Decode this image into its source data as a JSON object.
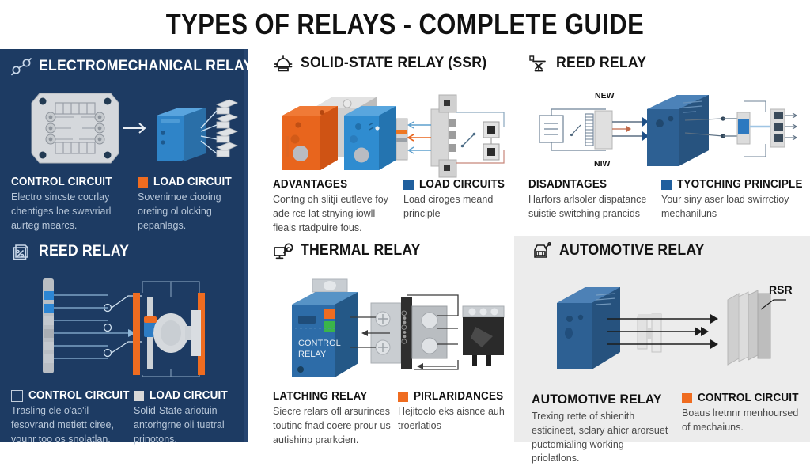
{
  "title": "TYPES OF RELAYS - COMPLETE GUIDE",
  "colors": {
    "navy_panel": "#1d3b63",
    "gray_panel": "#ececec",
    "accent_orange": "#ef6c20",
    "accent_blue": "#1f6fb4",
    "relay_blue": "#2f6fae",
    "deep_blue": "#1e4f86",
    "light_gray": "#d8d8d8",
    "title_text": "#111111"
  },
  "panels": [
    {
      "id": "electromechanical-relay",
      "theme": "dark",
      "icon": "link-dumbbell-icon",
      "title": "ELECTROMECHANICAL RELAY",
      "legend": [
        {
          "swatch": "none",
          "title": "CONTROL CIRCUIT",
          "body": "Electro sincste cocrlay chentiges loe swevriarl aurteg mearcs."
        },
        {
          "swatch": "#ef6c20",
          "title": "LOAD CIRCUIT",
          "body": "Sovenimoe ciooing oreting ol olcking pepanlags."
        }
      ]
    },
    {
      "id": "solid-state-relay",
      "theme": "light",
      "icon": "bell-dome-icon",
      "title": "SOLID-STATE RELAY (SSR)",
      "legend": [
        {
          "swatch": "none",
          "title": "ADVANTAGES",
          "body": "Contng oh slitji eutleve foy ade rce lat stnying iowll fieals rtadpuire fous."
        },
        {
          "swatch": "#1f5f9e",
          "title": "LOAD CIRCUITS",
          "body": "Load ciroges meand principle"
        }
      ]
    },
    {
      "id": "reed-relay-top",
      "theme": "light",
      "icon": "scissors-stand-icon",
      "title": "REED RELAY",
      "labels": {
        "upper": "NEW",
        "lower": "NIW",
        "side": ""
      },
      "legend": [
        {
          "swatch": "none",
          "title": "DISADNTAGES",
          "body": "Harfors arlsoler dispatance suistie switching prancids"
        },
        {
          "swatch": "#1f5f9e",
          "title": "TYOTCHING PRINCIPLE",
          "body": "Your siny aser load swirrctioy mechaniluns"
        }
      ]
    },
    {
      "id": "reed-relay-bottom",
      "theme": "dark",
      "icon": "percent-card-icon",
      "title": "REED RELAY",
      "legend": [
        {
          "swatch": "#1d3b63",
          "title": "CONTROL CIRCUIT",
          "body": "Trasling cle o'ao'il fesovrand metiett ciree, vounr too os snolatlan."
        },
        {
          "swatch": "#d8d8d8",
          "title": "LOAD CIRCUIT",
          "body": "Solid-State ariotuin antorhgrne oli tuetral prinotons."
        }
      ]
    },
    {
      "id": "thermal-relay",
      "theme": "light",
      "icon": "monitor-icon",
      "title": "THERMAL RELAY",
      "labels": {
        "device_line1": "CONTROL",
        "device_line2": "RELAY"
      },
      "legend": [
        {
          "swatch": "none",
          "title": "LATCHING RELAY",
          "body": "Siecre relars ofl arsurinces toutinc fnad coere prour us autishinp prarkcien."
        },
        {
          "swatch": "#ef6c20",
          "title": "PIRLARIDANCES",
          "body": "Hejitoclo eks aisnce auh troerlatios"
        }
      ]
    },
    {
      "id": "automotive-relay",
      "theme": "light",
      "icon": "car-tag-icon",
      "title": "AUTOMOTIVE RELAY",
      "labels": {
        "callout": "RSR"
      },
      "legend": [
        {
          "swatch": "none",
          "title": "AUTOMOTIVE RELAY",
          "body": "Trexing rette of shienith esticineet, sclary ahicr arorsuet puctomialing working priolatlons."
        },
        {
          "swatch": "#ef6c20",
          "title": "CONTROL CIRCUIT",
          "body": "Boaus lretnnr menhoursed of mechaiuns."
        }
      ]
    }
  ]
}
